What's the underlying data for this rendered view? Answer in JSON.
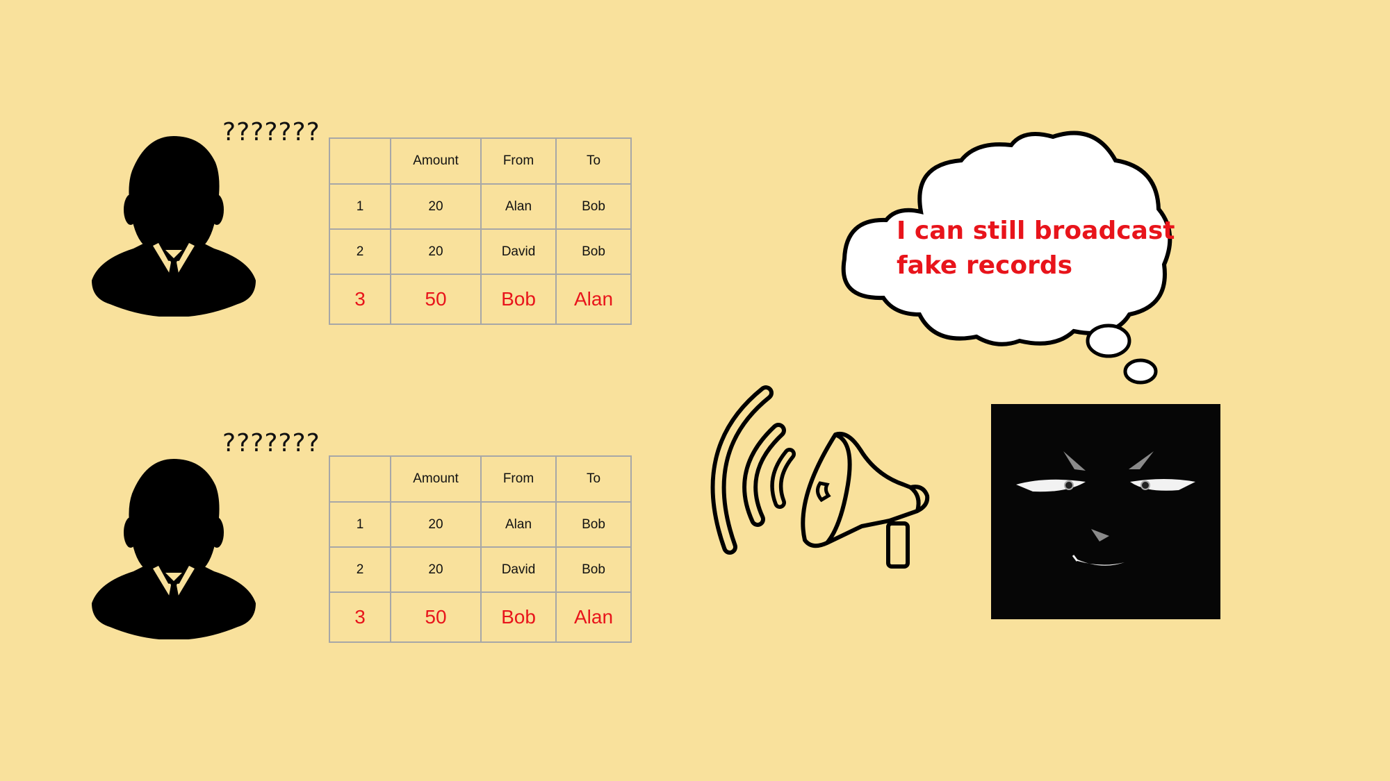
{
  "nodes": [
    {
      "question_marks": "???????",
      "ledger": {
        "headers": [
          "",
          "Amount",
          "From",
          "To"
        ],
        "rows": [
          [
            "1",
            "20",
            "Alan",
            "Bob"
          ],
          [
            "2",
            "20",
            "David",
            "Bob"
          ]
        ],
        "fake_row": [
          "3",
          "50",
          "Bob",
          "Alan"
        ]
      }
    },
    {
      "question_marks": "???????",
      "ledger": {
        "headers": [
          "",
          "Amount",
          "From",
          "To"
        ],
        "rows": [
          [
            "1",
            "20",
            "Alan",
            "Bob"
          ],
          [
            "2",
            "20",
            "David",
            "Bob"
          ]
        ],
        "fake_row": [
          "3",
          "50",
          "Bob",
          "Alan"
        ]
      }
    }
  ],
  "attacker": {
    "thought_lines": [
      "I can still broadcast",
      "fake records"
    ],
    "icons": [
      "thought-bubble-icon",
      "megaphone-icon",
      "sound-waves-icon",
      "evil-face-icon"
    ]
  },
  "colors": {
    "background": "#f9e19c",
    "fake_text": "#e8141b",
    "grid": "#a7a7a7"
  }
}
